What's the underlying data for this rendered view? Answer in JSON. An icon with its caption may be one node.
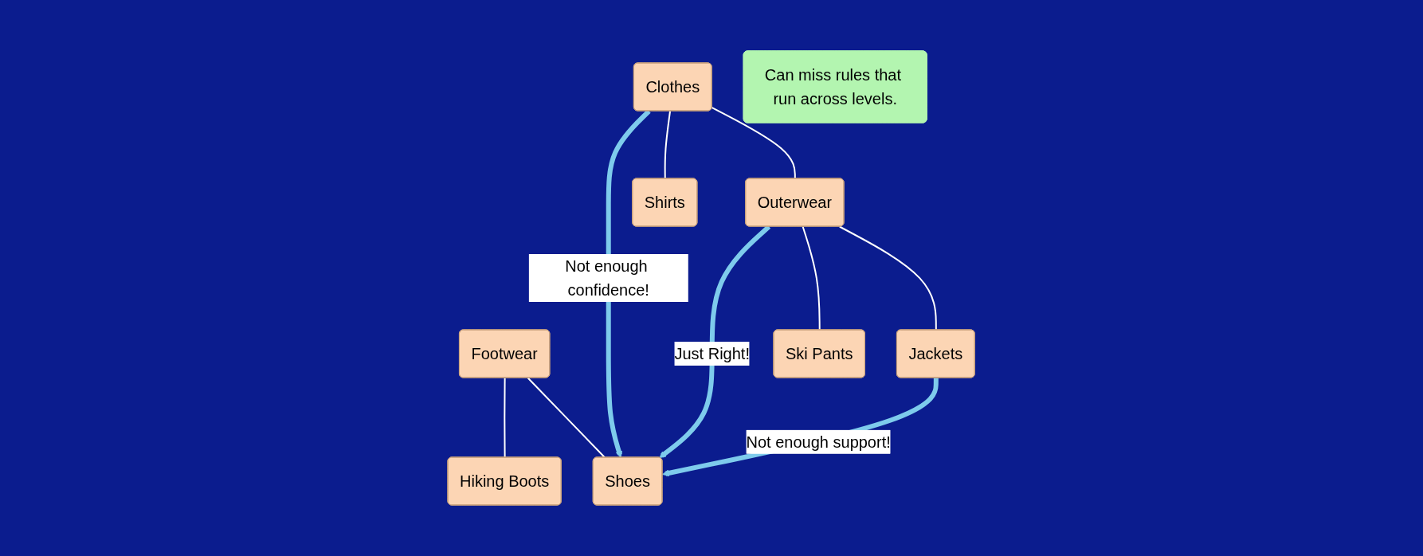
{
  "diagram": {
    "nodes": [
      {
        "text": [
          "Clothes"
        ]
      },
      {
        "text": [
          "Outerwear"
        ]
      },
      {
        "text": [
          "Shirts"
        ]
      },
      {
        "text": [
          "Footwear"
        ]
      },
      {
        "text": [
          "Jackets"
        ]
      },
      {
        "text": [
          "Ski Pants"
        ]
      },
      {
        "text": [
          "Shoes"
        ]
      },
      {
        "text": [
          "Hiking Boots"
        ]
      },
      {
        "text": [
          "Can miss rules that run across levels."
        ]
      }
    ],
    "edges": [
      {
        "from": 0,
        "to": 1,
        "arrow": "none"
      },
      {
        "from": 0,
        "to": 2,
        "arrow": "none"
      },
      {
        "from": 1,
        "to": 4,
        "arrow": "none"
      },
      {
        "from": 1,
        "to": 5,
        "arrow": "none"
      },
      {
        "from": 3,
        "to": 6,
        "arrow": "none"
      },
      {
        "from": 3,
        "to": 7,
        "arrow": "none"
      },
      {
        "from": 0,
        "to": 6,
        "arrow": "to",
        "label": "Not enough confidence!",
        "style": "thick",
        "color": "#7ecbec"
      },
      {
        "from": 1,
        "to": 6,
        "arrow": "to",
        "label": "Just Right!",
        "style": "thick",
        "color": "#7ecbec"
      },
      {
        "from": 4,
        "to": 6,
        "arrow": "to",
        "label": "Not enough support!",
        "style": "thick",
        "color": "#7ecbec"
      }
    ]
  }
}
